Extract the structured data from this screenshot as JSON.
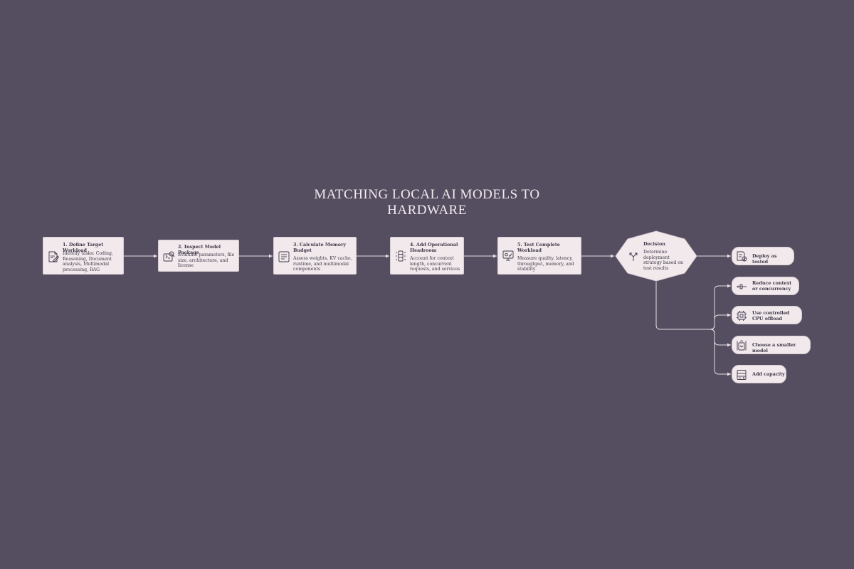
{
  "title": {
    "line1": "MATCHING LOCAL AI MODELS TO",
    "line2": "HARDWARE"
  },
  "colors": {
    "background": "#554d60",
    "node_fill": "#f1e9ec",
    "node_text": "#3e3847",
    "edge": "#e6dde3"
  },
  "steps": [
    {
      "title": "1. Define Target Workload",
      "description": "Identify tasks: Coding, Reasoning, Document analysis, Multimodal processing, RAG",
      "icon": "document-edit-icon"
    },
    {
      "title": "2. Inspect Model Package",
      "description": "Evaluate parameters, file size, architecture, and license",
      "icon": "package-inspect-icon"
    },
    {
      "title": "3. Calculate Memory Budget",
      "description": "Assess weights, KV cache, runtime, and multimodal components",
      "icon": "memory-list-icon"
    },
    {
      "title": "4. Add Operational Headroom",
      "description": "Account for context length, concurrent requests, and services",
      "icon": "server-rack-icon"
    },
    {
      "title": "5. Test Complete Workload",
      "description": "Measure quality, latency, throughput, memory, and stability",
      "icon": "monitor-test-icon"
    }
  ],
  "decision": {
    "title": "Decision",
    "description": "Determine deployment strategy based on test results",
    "icon": "split-arrows-icon"
  },
  "outcomes": [
    {
      "label": "Deploy as tested",
      "icon": "deploy-check-icon"
    },
    {
      "label": "Reduce context or concurrency",
      "icon": "slider-reduce-icon"
    },
    {
      "label": "Use controlled CPU offload",
      "icon": "cpu-chip-icon"
    },
    {
      "label": "Choose a smaller model",
      "icon": "shrink-box-icon"
    },
    {
      "label": "Add capacity",
      "icon": "add-storage-icon"
    }
  ]
}
